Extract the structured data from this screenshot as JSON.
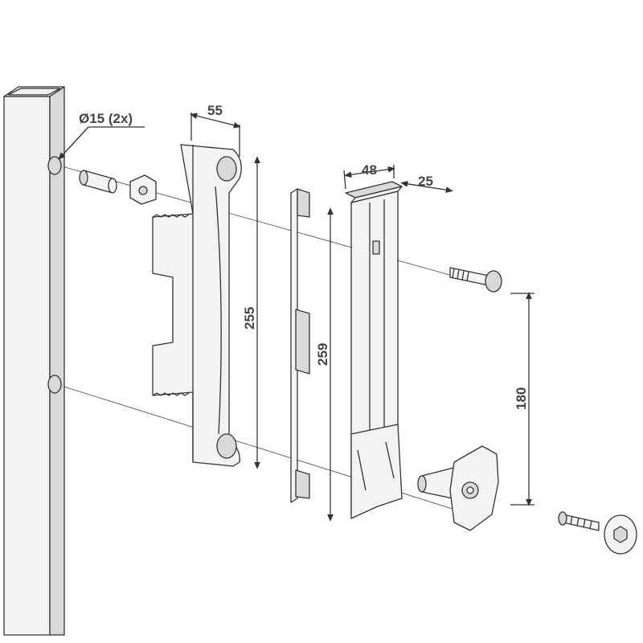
{
  "labels": {
    "hole": "Ø15 (2x)",
    "plate_width": "55",
    "lock_width": "48",
    "lock_depth": "25",
    "plate_height": "255",
    "lock_height": "259",
    "screw_spacing": "180"
  },
  "colors": {
    "stroke": "#333333",
    "fill": "#f3f3f3",
    "shade": "#d9d9d9",
    "text": "#444444"
  }
}
